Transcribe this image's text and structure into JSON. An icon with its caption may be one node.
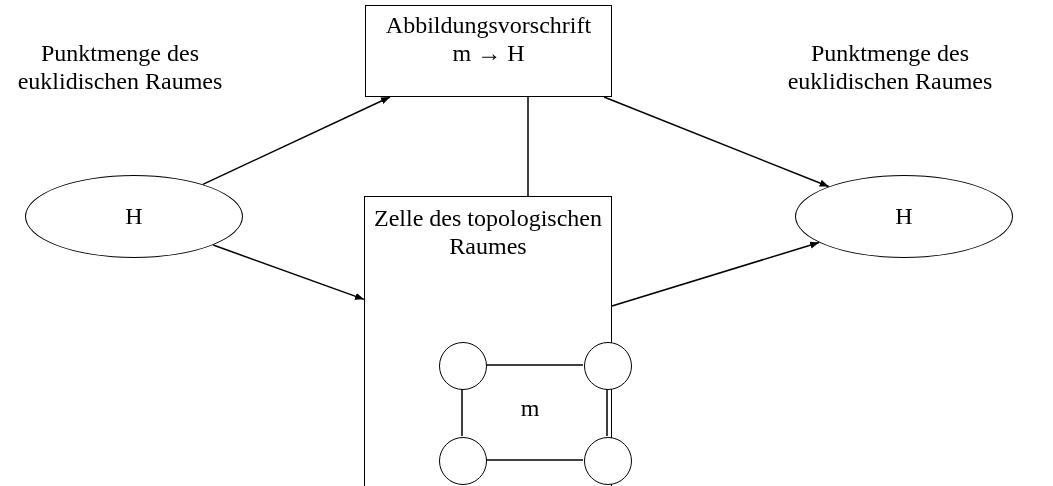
{
  "diagram": {
    "nodes": [
      {
        "text": [
          "H"
        ],
        "beside": [
          "Punktmenge des euklidischen Raumes"
        ]
      },
      {
        "text": [
          "Abbildungsvorschrift",
          "m → H"
        ]
      },
      {
        "text": [
          "Zelle des topologischen Raumes"
        ]
      },
      {
        "text": [],
        "shape": "circle",
        "in": 2
      },
      {
        "text": [],
        "shape": "circle",
        "in": 2
      },
      {
        "text": [],
        "shape": "circle",
        "in": 2
      },
      {
        "text": [],
        "shape": "circle",
        "in": 2
      },
      {
        "text": [
          "H"
        ],
        "beside": [
          "Punktmenge des euklidischen Raumes"
        ]
      }
    ],
    "edges": [
      {
        "from": 0,
        "to": 1,
        "arrow": "to"
      },
      {
        "from": 0,
        "to": 2,
        "arrow": "to"
      },
      {
        "from": 1,
        "to": 7,
        "arrow": "to"
      },
      {
        "from": 2,
        "to": 7,
        "arrow": "to"
      },
      {
        "from": 1,
        "to": 2,
        "arrow": "none"
      },
      {
        "from": 3,
        "to": 4,
        "arrow": "none"
      },
      {
        "from": 3,
        "to": 5,
        "arrow": "none"
      },
      {
        "from": 4,
        "to": 6,
        "arrow": "none"
      },
      {
        "from": 5,
        "to": 6,
        "arrow": "none"
      }
    ],
    "labels": [
      "m"
    ]
  }
}
